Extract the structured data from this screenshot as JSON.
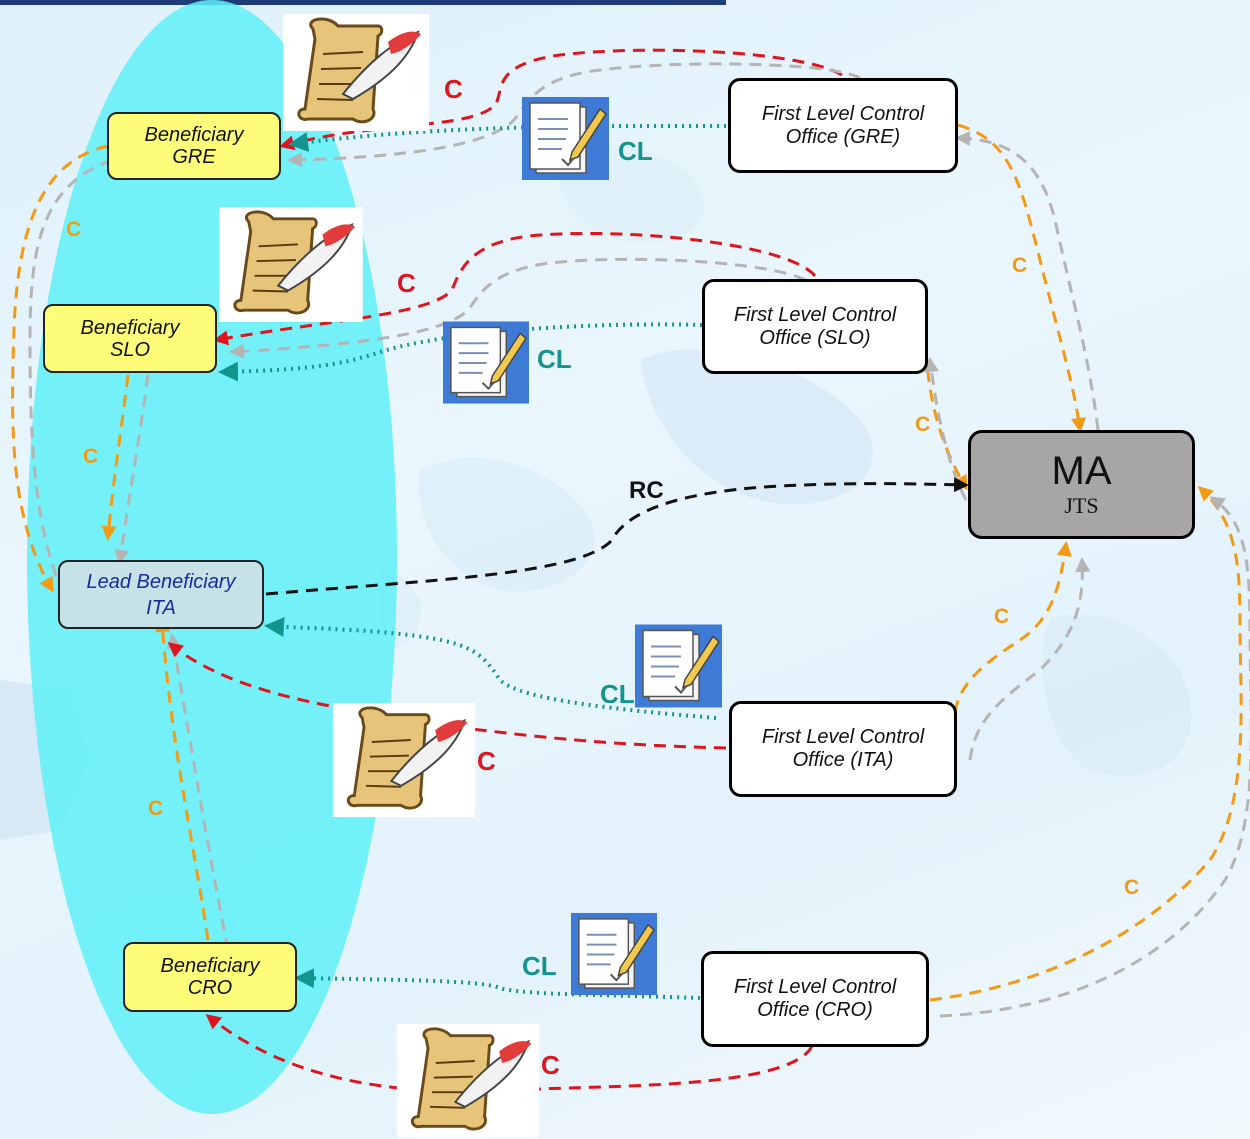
{
  "nodes": {
    "beneficiary_gre": {
      "line1": "Beneficiary",
      "line2": "GRE"
    },
    "beneficiary_slo": {
      "line1": "Beneficiary",
      "line2": "SLO"
    },
    "lead_beneficiary_ita": {
      "line1": "Lead Beneficiary",
      "line2": "ITA"
    },
    "beneficiary_cro": {
      "line1": "Beneficiary",
      "line2": "CRO"
    },
    "flc_gre": {
      "line1": "First Level Control",
      "line2": "Office (GRE)"
    },
    "flc_slo": {
      "line1": "First Level Control",
      "line2": "Office (SLO)"
    },
    "flc_ita": {
      "line1": "First Level Control",
      "line2": "Office (ITA)"
    },
    "flc_cro": {
      "line1": "First Level Control",
      "line2": "Office (CRO)"
    },
    "ma_jts": {
      "line1": "MA",
      "line2": "JTS"
    }
  },
  "labels": {
    "c_red_gre": "C",
    "c_red_slo": "C",
    "c_red_ita": "C",
    "c_red_cro": "C",
    "cl_gre": "CL",
    "cl_slo": "CL",
    "cl_ita": "CL",
    "cl_cro": "CL",
    "c_orange_gre_lead": "C",
    "c_orange_slo_lead": "C",
    "c_orange_cro_lead": "C",
    "c_orange_flc_gre": "C",
    "c_orange_flc_slo": "C",
    "c_orange_flc_ita": "C",
    "c_orange_flc_cro": "C",
    "rc": "RC"
  },
  "colors": {
    "certificate_arrow": "#e0141c",
    "checklist_arrow": "#13948f",
    "claim_arrow": "#f39a14",
    "return_arrow": "#b4b4b4",
    "report_arrow": "#111111",
    "partnership_ellipse": "#5ff0f7",
    "beneficiary_fill": "#fdfd7a",
    "lead_fill": "#c7e2e6",
    "ma_fill": "#a6a6a6"
  },
  "icons": {
    "certificate": "scroll-quill-icon",
    "checklist": "checklist-pencil-icon"
  }
}
